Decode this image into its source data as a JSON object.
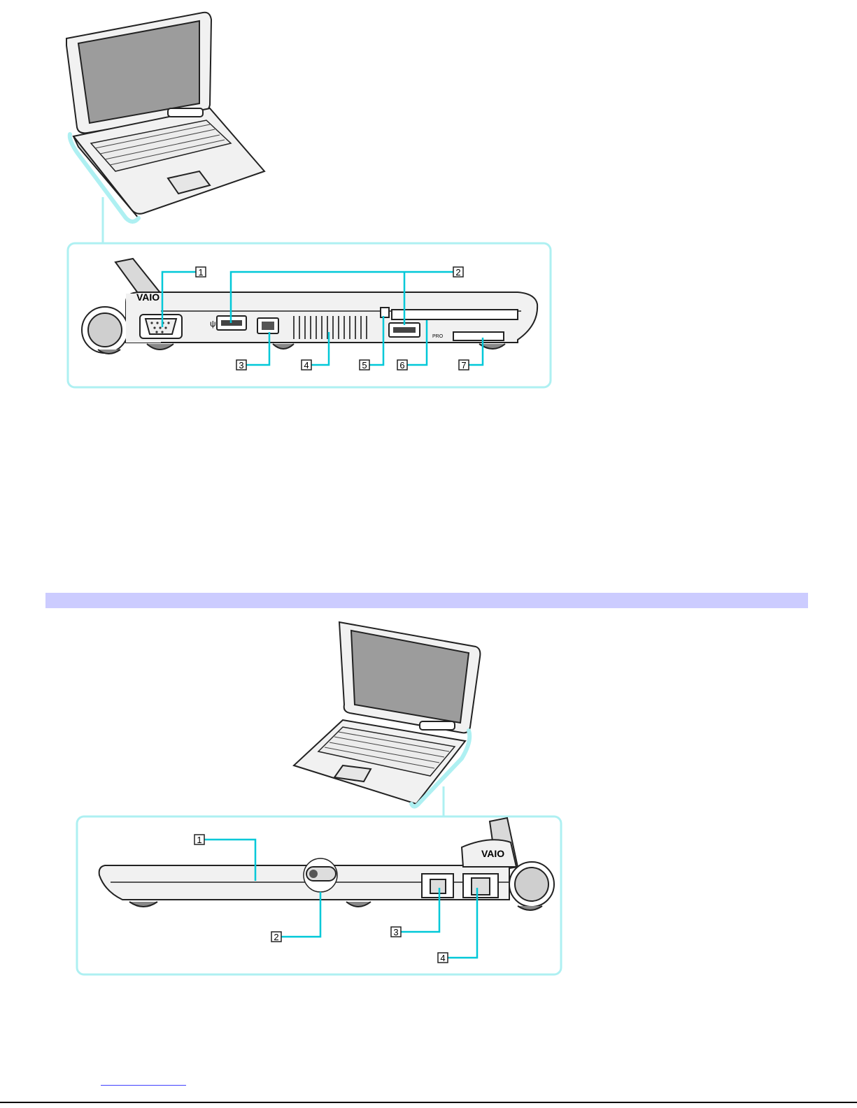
{
  "colors": {
    "band": "#ccccff",
    "callout_line": "#00c8d8",
    "frame": "#aef0f2",
    "body_fill": "#f1f1f1",
    "outline": "#222222",
    "link": "#4040ff"
  },
  "left_view": {
    "brand": "VAIO",
    "callouts": [
      "1",
      "2",
      "3",
      "4",
      "5",
      "6",
      "7"
    ],
    "pro_label": "PRO"
  },
  "right_view": {
    "brand": "VAIO",
    "callouts": [
      "1",
      "2",
      "3",
      "4"
    ]
  }
}
